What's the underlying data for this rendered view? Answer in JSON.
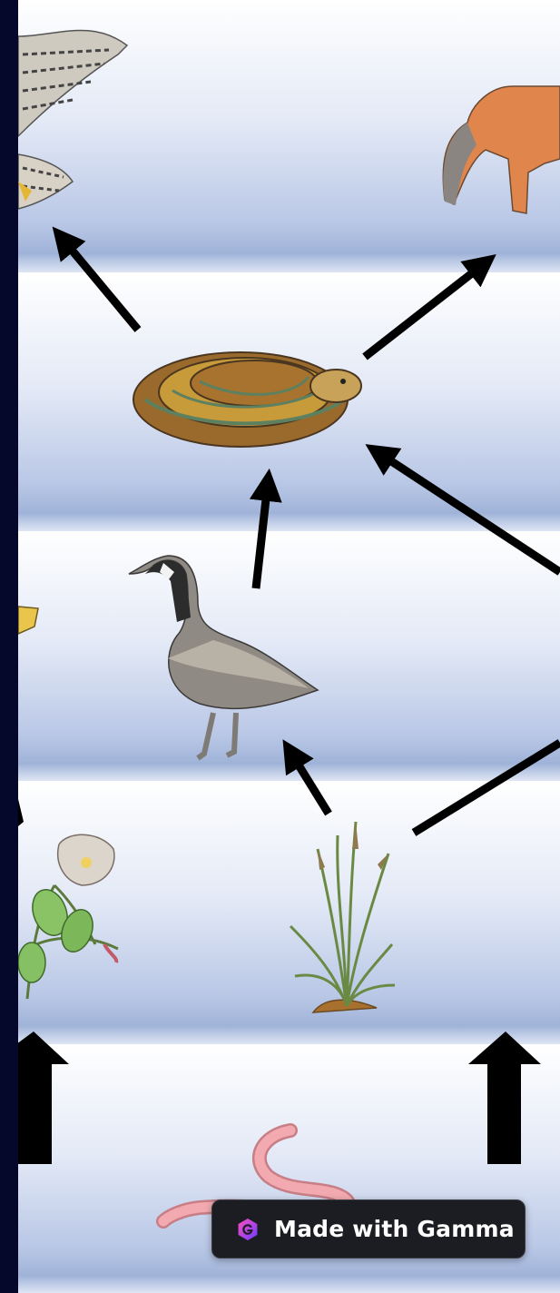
{
  "badge": {
    "label": "Made with Gamma",
    "icon": "gamma-logo-icon",
    "colors": {
      "background": "#1b1d22",
      "text": "#ffffff",
      "icon_from": "#ff4fc1",
      "icon_to": "#6a3cff"
    }
  },
  "diagram": {
    "organisms": [
      "hawk",
      "fox",
      "garter-snake",
      "butterfly",
      "canada-goose",
      "morning-glory",
      "grass",
      "earthworm"
    ],
    "colors": {
      "arrow": "#000000",
      "band_light": "#ffffff",
      "band_dark": "#9fb3d8",
      "page_edge": "#05082a"
    }
  }
}
